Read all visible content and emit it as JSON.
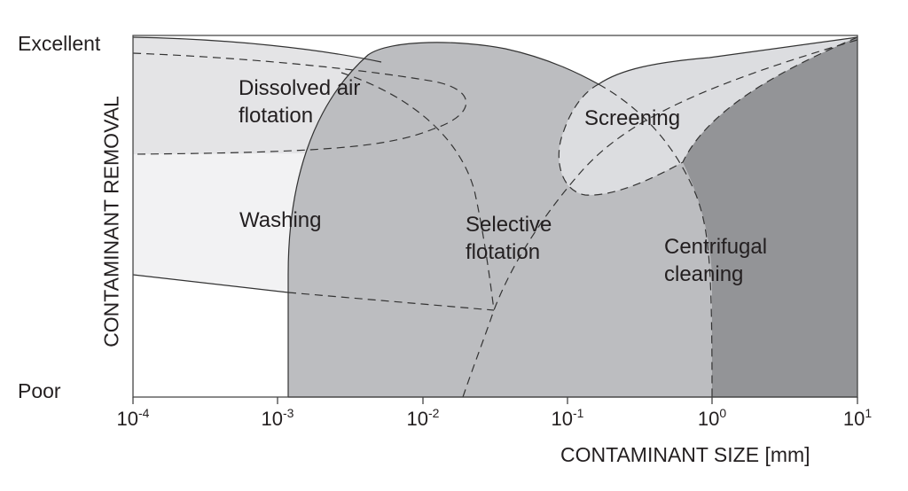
{
  "y_axis": {
    "label": "CONTAMINANT REMOVAL",
    "top_label": "Excellent",
    "bottom_label": "Poor"
  },
  "x_axis": {
    "label": "CONTAMINANT SIZE [mm]",
    "ticks": [
      {
        "base": "10",
        "exp": "-4"
      },
      {
        "base": "10",
        "exp": "-3"
      },
      {
        "base": "10",
        "exp": "-2"
      },
      {
        "base": "10",
        "exp": "-1"
      },
      {
        "base": "10",
        "exp": "0"
      },
      {
        "base": "10",
        "exp": "1"
      }
    ]
  },
  "regions": {
    "daf": {
      "line1": "Dissolved air",
      "line2": "flotation"
    },
    "washing": {
      "line1": "Washing"
    },
    "selective": {
      "line1": "Selective",
      "line2": "flotation"
    },
    "screening": {
      "line1": "Screening"
    },
    "centrifugal": {
      "line1": "Centrifugal",
      "line2": "cleaning"
    }
  },
  "colors": {
    "washing": "#f2f2f3",
    "daf": "#e4e4e6",
    "selective": "#bcbdc0",
    "screening": "#dcdde0",
    "centrifugal": "#939497"
  }
}
